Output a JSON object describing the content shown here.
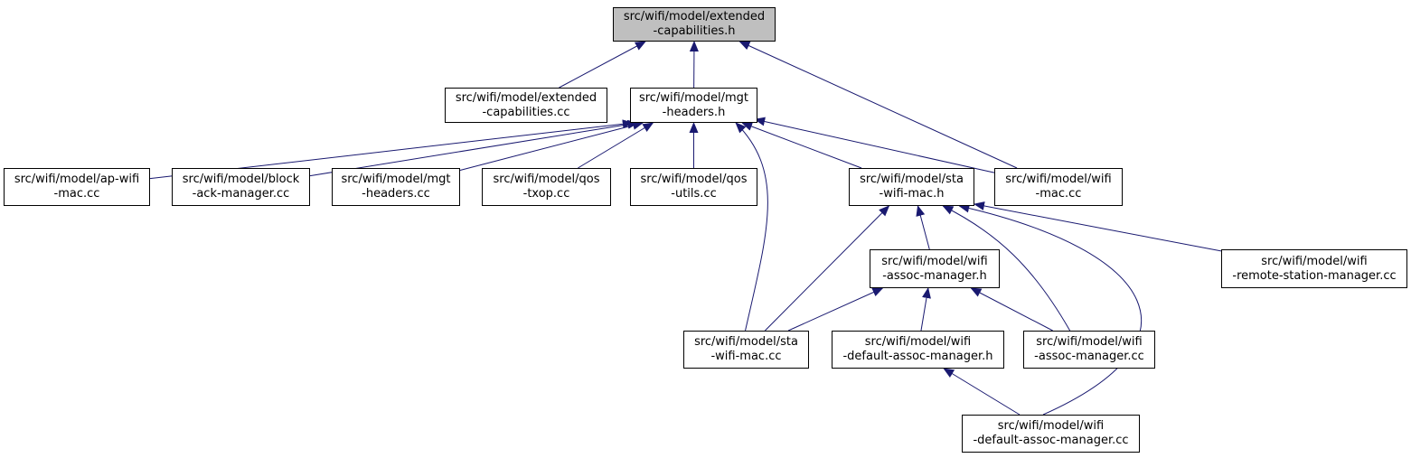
{
  "colors": {
    "edge": "#191970",
    "root_fill": "#bfbfbf",
    "node_fill": "#ffffff",
    "border": "#000000"
  },
  "nodes": {
    "root": {
      "l1": "src/wifi/model/extended",
      "l2": "-capabilities.h"
    },
    "ext_cc": {
      "l1": "src/wifi/model/extended",
      "l2": "-capabilities.cc"
    },
    "mgt_h": {
      "l1": "src/wifi/model/mgt",
      "l2": "-headers.h"
    },
    "ap": {
      "l1": "src/wifi/model/ap-wifi",
      "l2": "-mac.cc"
    },
    "block": {
      "l1": "src/wifi/model/block",
      "l2": "-ack-manager.cc"
    },
    "mgt_cc": {
      "l1": "src/wifi/model/mgt",
      "l2": "-headers.cc"
    },
    "qos_txop": {
      "l1": "src/wifi/model/qos",
      "l2": "-txop.cc"
    },
    "qos_utils": {
      "l1": "src/wifi/model/qos",
      "l2": "-utils.cc"
    },
    "sta_h": {
      "l1": "src/wifi/model/sta",
      "l2": "-wifi-mac.h"
    },
    "wifi_mac": {
      "l1": "src/wifi/model/wifi",
      "l2": "-mac.cc"
    },
    "assoc_h": {
      "l1": "src/wifi/model/wifi",
      "l2": "-assoc-manager.h"
    },
    "remote": {
      "l1": "src/wifi/model/wifi",
      "l2": "-remote-station-manager.cc"
    },
    "sta_cc": {
      "l1": "src/wifi/model/sta",
      "l2": "-wifi-mac.cc"
    },
    "def_h": {
      "l1": "src/wifi/model/wifi",
      "l2": "-default-assoc-manager.h"
    },
    "assoc_cc": {
      "l1": "src/wifi/model/wifi",
      "l2": "-assoc-manager.cc"
    },
    "def_cc": {
      "l1": "src/wifi/model/wifi",
      "l2": "-default-assoc-manager.cc"
    }
  },
  "edges": [
    {
      "from": "ext_cc",
      "to": "root"
    },
    {
      "from": "mgt_h",
      "to": "root"
    },
    {
      "from": "wifi_mac",
      "to": "root"
    },
    {
      "from": "ap",
      "to": "mgt_h"
    },
    {
      "from": "block",
      "to": "mgt_h"
    },
    {
      "from": "mgt_cc",
      "to": "mgt_h"
    },
    {
      "from": "qos_txop",
      "to": "mgt_h"
    },
    {
      "from": "qos_utils",
      "to": "mgt_h"
    },
    {
      "from": "sta_h",
      "to": "mgt_h"
    },
    {
      "from": "wifi_mac",
      "to": "mgt_h"
    },
    {
      "from": "sta_cc",
      "to": "mgt_h"
    },
    {
      "from": "assoc_h",
      "to": "sta_h"
    },
    {
      "from": "sta_cc",
      "to": "sta_h"
    },
    {
      "from": "assoc_cc",
      "to": "sta_h"
    },
    {
      "from": "def_cc",
      "to": "sta_h"
    },
    {
      "from": "remote",
      "to": "sta_h"
    },
    {
      "from": "sta_cc",
      "to": "assoc_h"
    },
    {
      "from": "def_h",
      "to": "assoc_h"
    },
    {
      "from": "assoc_cc",
      "to": "assoc_h"
    },
    {
      "from": "def_cc",
      "to": "def_h"
    }
  ]
}
